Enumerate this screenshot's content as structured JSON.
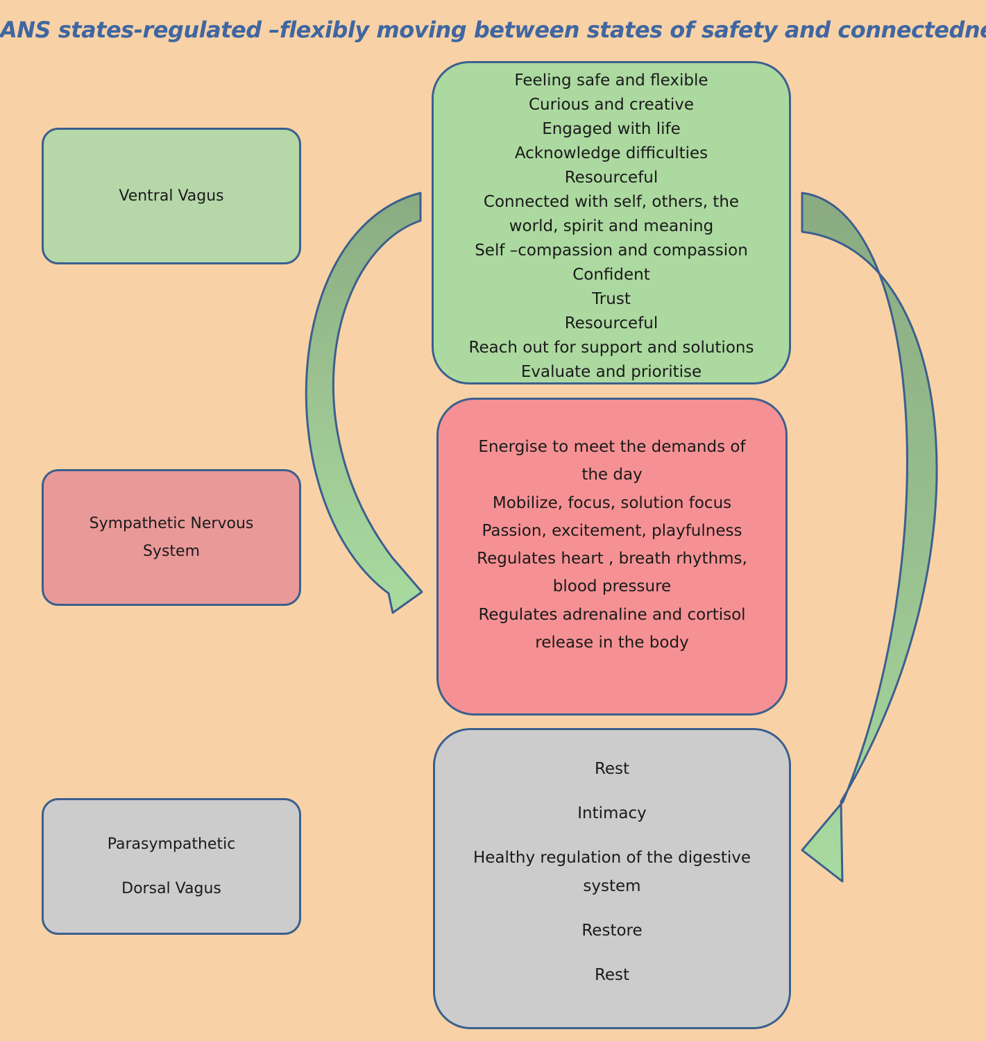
{
  "title": "ANS states-regulated –flexibly moving between states of safety and connectedness",
  "states": {
    "ventral": {
      "label": [
        "Ventral Vagus"
      ],
      "color": "#b6d7a8"
    },
    "sympathetic": {
      "label": [
        "Sympathetic Nervous",
        "System"
      ],
      "color": "#ea9999"
    },
    "dorsal": {
      "label": [
        "Parasympathetic",
        "Dorsal Vagus"
      ],
      "color": "#cccccc"
    }
  },
  "ventral_box": {
    "color": "#acd9a0",
    "lines": [
      "Feeling safe and flexible",
      "Curious and creative",
      "Engaged  with life",
      "Acknowledge difficulties",
      "Resourceful",
      "Connected with self, others, the",
      "world, spirit and meaning",
      "Self –compassion and compassion",
      "Confident",
      "Trust",
      "Resourceful",
      "Reach out for support and solutions",
      "Evaluate and prioritise"
    ]
  },
  "sympathetic_box": {
    "color": "#f59194",
    "lines": [
      "Energise to meet the demands of",
      "the day",
      "Mobilize, focus, solution focus",
      "Passion, excitement, playfulness",
      "Regulates heart , breath rhythms,",
      "blood pressure",
      "Regulates adrenaline and cortisol",
      "release in the body"
    ]
  },
  "dorsal_box": {
    "color": "#cccccc",
    "items": [
      [
        "Rest"
      ],
      [
        "Intimacy"
      ],
      [
        "Healthy regulation of the digestive",
        "system"
      ],
      [
        "Restore"
      ],
      [
        "Rest"
      ]
    ]
  },
  "colors": {
    "border": "#3b5f8e",
    "title": "#3f66a1",
    "background": "#f8d2a6",
    "arrow_light": "#a8dba0",
    "arrow_dark": "#8aab82"
  }
}
